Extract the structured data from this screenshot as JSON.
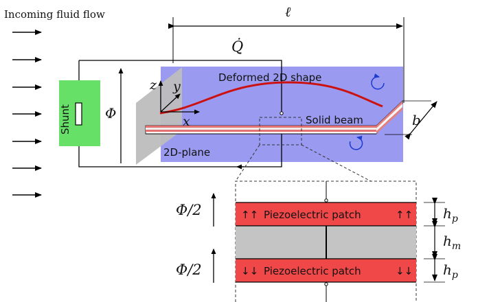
{
  "title": "Incoming fluid flow",
  "labels": {
    "length": "ℓ",
    "charge_rate": "Q̇",
    "phi": "Φ",
    "shunt": "Shunt",
    "deformed_shape": "Deformed 2D shape",
    "solid_beam": "Solid beam",
    "plane": "2D-plane",
    "width": "b",
    "axis_x": "x",
    "axis_y": "y",
    "axis_z": "z"
  },
  "detail": {
    "top_patch": {
      "label": "Piezoelectric patch",
      "arrows_left": "↑↑",
      "arrows_right": "↑↑"
    },
    "bottom_patch": {
      "label": "Piezoelectric patch",
      "arrows_left": "↓↓",
      "arrows_right": "↓↓"
    },
    "half_voltage_top": "Φ/2",
    "half_voltage_bottom": "Φ/2",
    "thickness_patch_top": "h",
    "thickness_patch_top_sub": "p",
    "thickness_middle": "h",
    "thickness_middle_sub": "m",
    "thickness_patch_bottom": "h",
    "thickness_patch_bottom_sub": "p"
  },
  "colors": {
    "plane": "#9a9af0",
    "shunt": "#66e066",
    "patch": "#f04848",
    "core": "#c4c4c4",
    "deformed_curve": "#cc1111",
    "flow_arrows": "#000000",
    "rotation_arrows": "#1a3ad0"
  }
}
